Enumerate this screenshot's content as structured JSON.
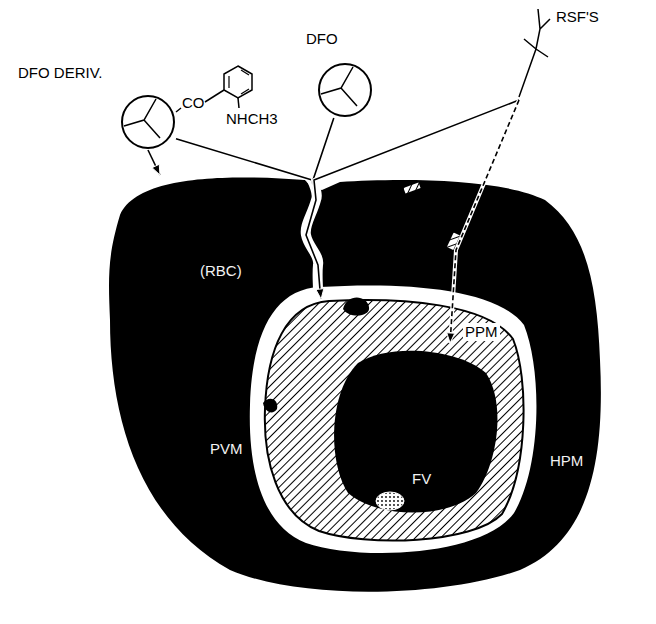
{
  "diagram": {
    "nodes": [
      {
        "text": [
          "DFO DERIV."
        ]
      },
      {
        "text": [
          "DFO"
        ]
      },
      {
        "text": [
          "RSF'S"
        ]
      },
      {
        "text": [
          "(RBC)",
          "HPM"
        ]
      },
      {
        "text": [
          "PVM"
        ],
        "in": 3
      },
      {
        "text": [
          "PPM"
        ],
        "in": 4
      },
      {
        "text": [
          "FV"
        ],
        "in": 5
      }
    ],
    "edges": [
      {
        "from": 0,
        "to": 3,
        "arrow": "to"
      },
      {
        "from": 0,
        "to": 5,
        "arrow": "to"
      },
      {
        "from": 1,
        "to": 5,
        "arrow": "to"
      },
      {
        "from": 2,
        "to": 5,
        "arrow": "to"
      },
      {
        "from": 2,
        "to": 6,
        "arrow": "to"
      }
    ],
    "labels": [
      "CO",
      "NHCH3"
    ]
  }
}
